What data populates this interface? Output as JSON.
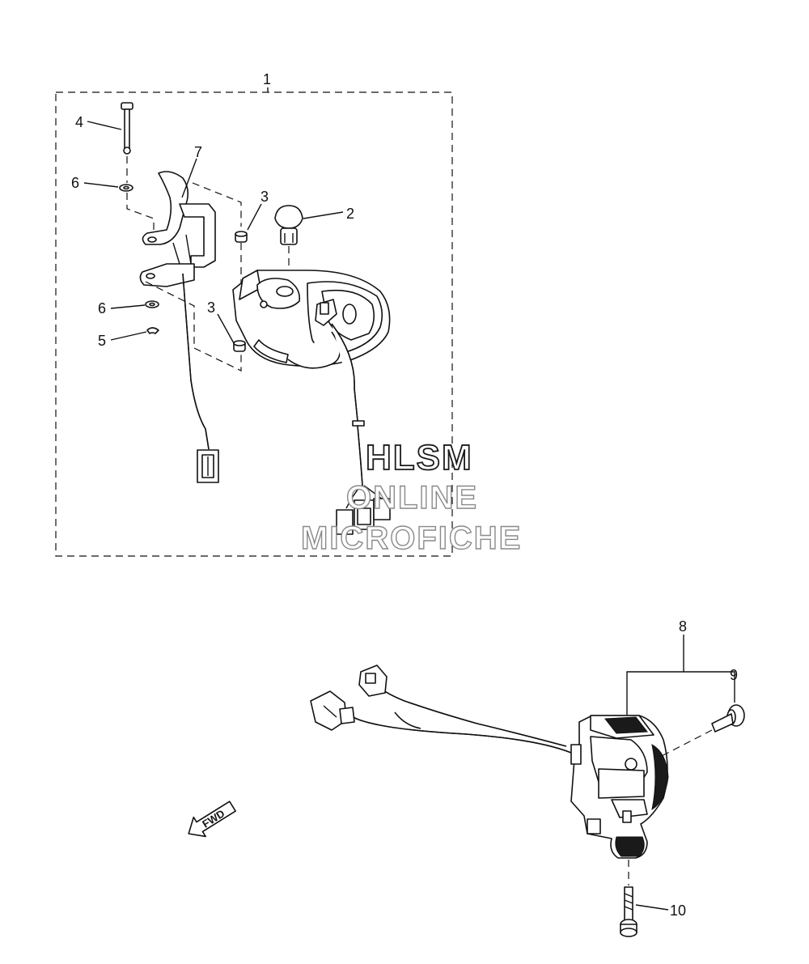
{
  "callouts": {
    "p1": "1",
    "p2": "2",
    "p3a": "3",
    "p3b": "3",
    "p4": "4",
    "p5": "5",
    "p6a": "6",
    "p6b": "6",
    "p7": "7",
    "p8": "8",
    "p9": "9",
    "p10": "10"
  },
  "direction_arrow": {
    "label": "FWD"
  },
  "watermark": {
    "line1": "HLSM",
    "line2": "ONLINE",
    "line3": "MICROFICHE"
  }
}
